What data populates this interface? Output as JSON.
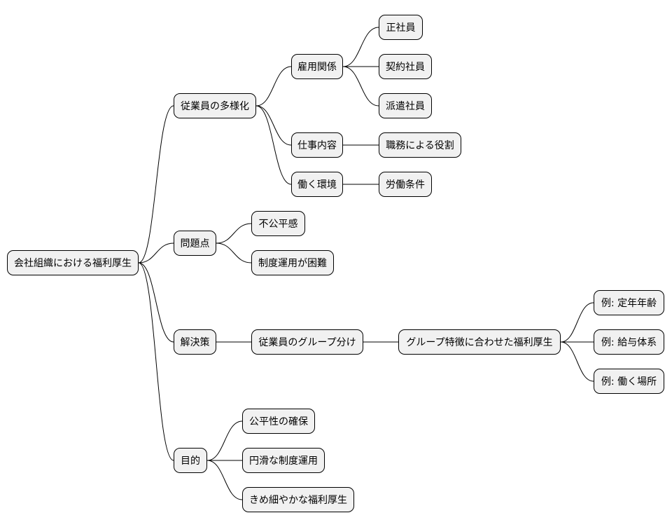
{
  "mindmap": {
    "root": "会社組織における福利厚生",
    "branches": [
      {
        "label": "従業員の多様化",
        "children": [
          {
            "label": "雇用関係",
            "children": [
              "正社員",
              "契約社員",
              "派遣社員"
            ]
          },
          {
            "label": "仕事内容",
            "children": [
              "職務による役割"
            ]
          },
          {
            "label": "働く環境",
            "children": [
              "労働条件"
            ]
          }
        ]
      },
      {
        "label": "問題点",
        "children": [
          "不公平感",
          "制度運用が困難"
        ]
      },
      {
        "label": "解決策",
        "children": [
          {
            "label": "従業員のグループ分け",
            "children": [
              {
                "label": "グループ特徴に合わせた福利厚生",
                "children": [
                  "例: 定年年齢",
                  "例: 給与体系",
                  "例: 働く場所"
                ]
              }
            ]
          }
        ]
      },
      {
        "label": "目的",
        "children": [
          "公平性の確保",
          "円滑な制度運用",
          "きめ細やかな福利厚生"
        ]
      }
    ]
  }
}
